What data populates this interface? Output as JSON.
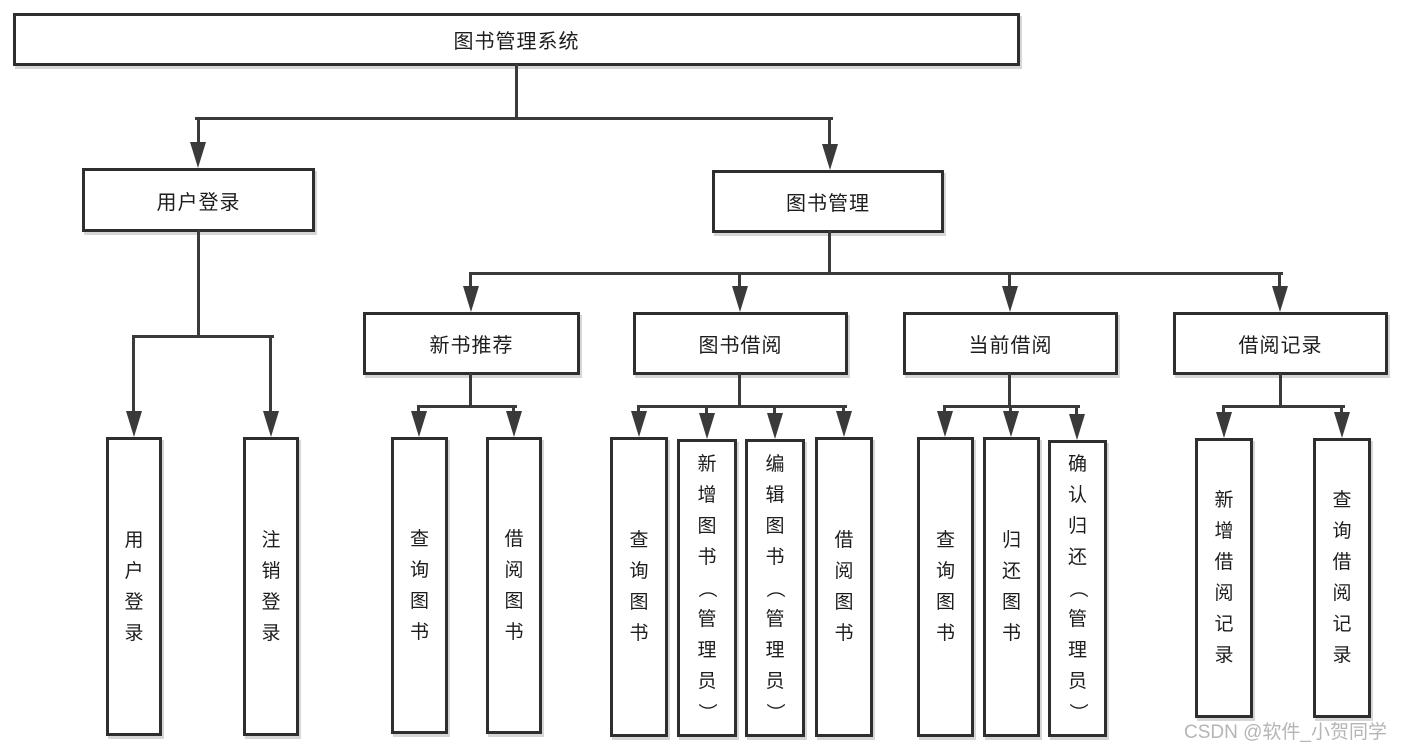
{
  "colors": {
    "line": "#3a3a3a",
    "border": "#2e2e2e",
    "text": "#1d1d1f",
    "watermark": "#b5b5b5",
    "background": "#ffffff"
  },
  "watermark": {
    "text": "CSDN @软件_小贺同学"
  },
  "tree": {
    "root": {
      "label": "图书管理系统"
    },
    "branches": [
      {
        "label": "用户登录",
        "children": [
          {
            "label": "用户登录"
          },
          {
            "label": "注销登录"
          }
        ]
      },
      {
        "label": "图书管理",
        "children": [
          {
            "label": "新书推荐",
            "children": [
              {
                "label": "查询图书"
              },
              {
                "label": "借阅图书"
              }
            ]
          },
          {
            "label": "图书借阅",
            "children": [
              {
                "label": "查询图书"
              },
              {
                "label": "新增图书（管理员）"
              },
              {
                "label": "编辑图书（管理员）"
              },
              {
                "label": "借阅图书"
              }
            ]
          },
          {
            "label": "当前借阅",
            "children": [
              {
                "label": "查询图书"
              },
              {
                "label": "归还图书"
              },
              {
                "label": "确认归还（管理员）"
              }
            ]
          },
          {
            "label": "借阅记录",
            "children": [
              {
                "label": "新增借阅记录"
              },
              {
                "label": "查询借阅记录"
              }
            ]
          }
        ]
      }
    ]
  }
}
